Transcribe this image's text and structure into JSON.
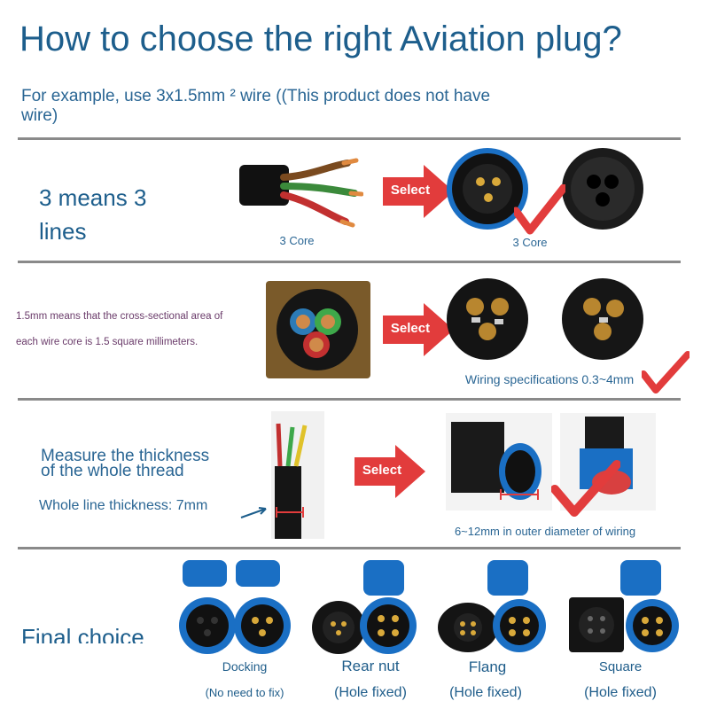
{
  "title": "How to choose the right Aviation plug?",
  "intro": "For example, use 3x1.5mm ² wire ((This product does not have wire)",
  "section1": {
    "heading_line1": "3 means 3",
    "heading_line2": "lines",
    "cable_caption": "3 Core",
    "select_label": "Select",
    "plug_caption": "3 Core"
  },
  "section2": {
    "text_line1": "1.5mm means that the cross-sectional area of",
    "text_line2": "each wire core is 1.5 square millimeters.",
    "select_label": "Select",
    "caption": "Wiring specifications 0.3~4mm"
  },
  "section3": {
    "heading_line1": "Measure the thickness",
    "heading_line2": "of the whole thread",
    "thickness_text": "Whole line thickness: 7mm",
    "select_label": "Select",
    "caption": "6~12mm in outer diameter of wiring"
  },
  "section4": {
    "heading": "Final choice",
    "options": [
      {
        "label": "Docking",
        "sub": "(No need to fix)"
      },
      {
        "label": "Rear nut",
        "sub": "(Hole fixed)"
      },
      {
        "label": "Flang",
        "sub": "(Hole fixed)"
      },
      {
        "label": "Square",
        "sub": "(Hole fixed)"
      }
    ]
  },
  "colors": {
    "accent_blue": "#1d5e8c",
    "select_red": "#e23c3c",
    "divider": "#8a8a8a",
    "connector_blue": "#1a6fc4"
  }
}
